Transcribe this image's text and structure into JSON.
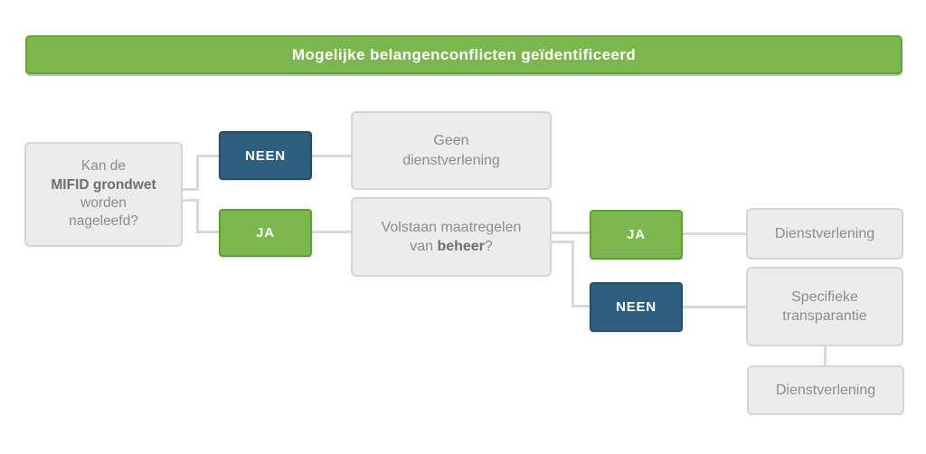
{
  "header": {
    "title": "Mogelijke belangenconflicten geïdentificeerd"
  },
  "nodes": {
    "question_mifid": {
      "line1": "Kan de",
      "line2_bold": "MIFID grondwet",
      "line3": "worden",
      "line4": "nageleefd?"
    },
    "neen1": {
      "label": "NEEN"
    },
    "ja1": {
      "label": "JA"
    },
    "geen_dienstverlening": {
      "line1": "Geen",
      "line2": "dienstverlening"
    },
    "question_beheer": {
      "line1": "Volstaan maatregelen",
      "line2_pre": "van ",
      "line2_bold": "beheer",
      "line2_post": "?"
    },
    "ja2": {
      "label": "JA"
    },
    "neen2": {
      "label": "NEEN"
    },
    "dienstverlening1": {
      "label": "Dienstverlening"
    },
    "specifieke_transparantie": {
      "line1": "Specifieke",
      "line2": "transparantie"
    },
    "dienstverlening2": {
      "label": "Dienstverlening"
    }
  },
  "colors": {
    "green": "#7cb64e",
    "green_border": "#68a03c",
    "blue": "#2f5f7e",
    "blue_border": "#254e66",
    "gray_box_bg": "#ececec",
    "gray_box_border": "#d5d5d5",
    "gray_text": "#8c8c8c",
    "connector": "#d9d9d9",
    "header_text": "#ffffff"
  }
}
